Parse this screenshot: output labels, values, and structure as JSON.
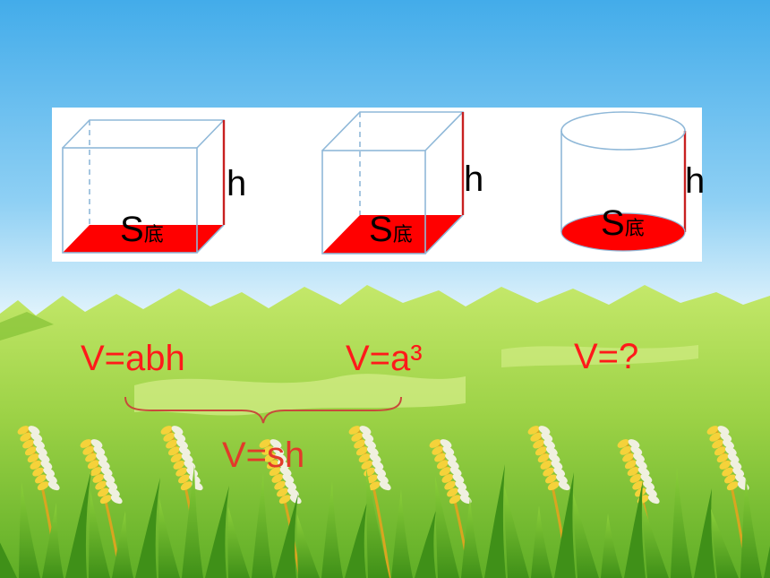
{
  "shapes": [
    {
      "name": "cuboid",
      "base_letter": "S",
      "base_subscript": "底",
      "height_label": "h",
      "formula": "V=abh"
    },
    {
      "name": "cube",
      "base_letter": "S",
      "base_subscript": "底",
      "height_label": "h",
      "formula": "V=a³"
    },
    {
      "name": "cylinder",
      "base_letter": "S",
      "base_subscript": "底",
      "height_label": "h",
      "formula": "V=?"
    }
  ],
  "combined_formula": "V=sh",
  "colors": {
    "sky_top": "#4fb4ec",
    "sky_bottom": "#d9f0fb",
    "grass_light": "#b8e05a",
    "grass_dark": "#4e9e1e",
    "wheat": "#f2c230",
    "base_fill": "#ff0000",
    "edge": "#8fb8d8",
    "height_edge": "#c82020",
    "formula_text": "#ff1a1a"
  }
}
